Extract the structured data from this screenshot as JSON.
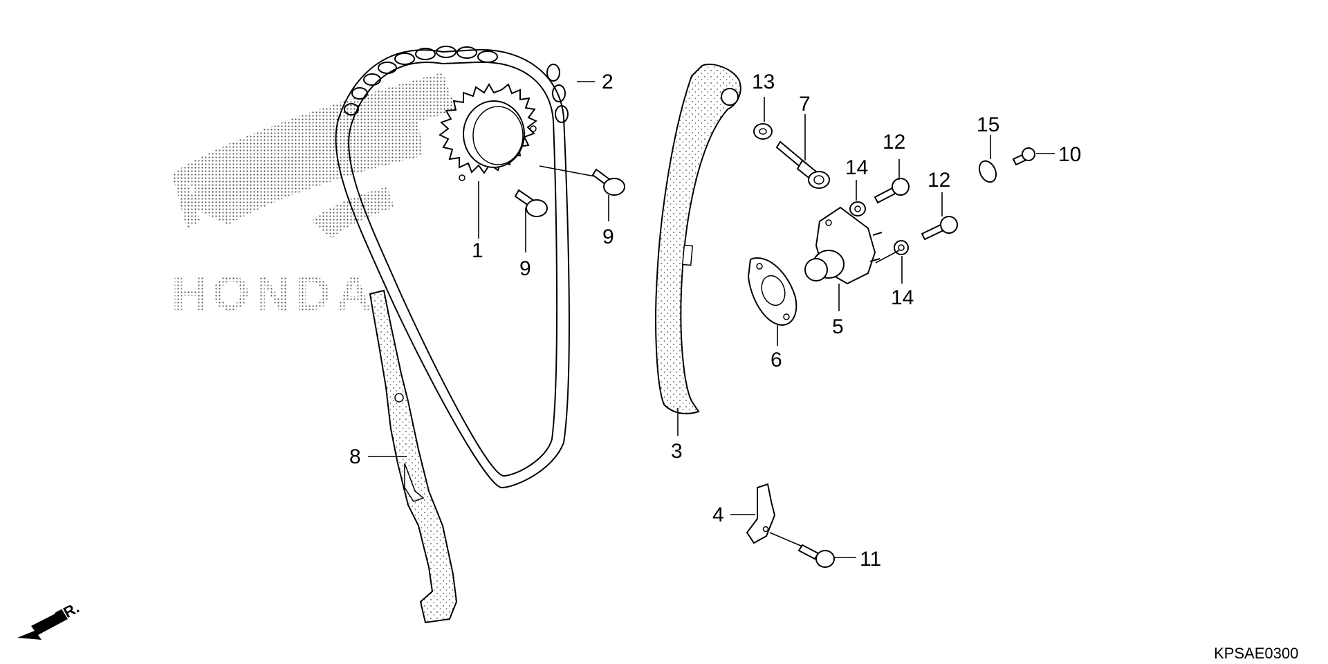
{
  "watermark": {
    "brand_text": "HONDA",
    "icon": "honda-wing-icon"
  },
  "callouts": {
    "p1": "1",
    "p2": "2",
    "p3": "3",
    "p4": "4",
    "p5": "5",
    "p6": "6",
    "p7": "7",
    "p8": "8",
    "p9a": "9",
    "p9b": "9",
    "p10": "10",
    "p11": "11",
    "p12a": "12",
    "p12b": "12",
    "p13": "13",
    "p14a": "14",
    "p14b": "14",
    "p15": "15"
  },
  "front_indicator": {
    "label": "FR.",
    "icon": "front-arrow-icon"
  },
  "diagram_code": "KPSAE0300"
}
